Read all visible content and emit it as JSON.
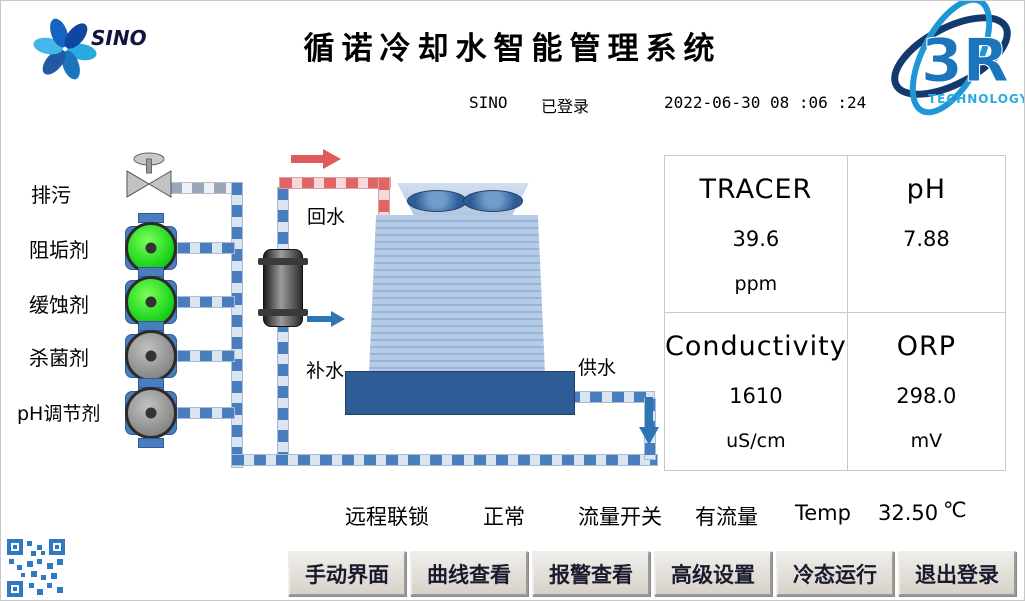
{
  "header": {
    "title": "循诺冷却水智能管理系统",
    "user": "SINO",
    "login_status": "已登录",
    "datetime": "2022-06-30 08 :06 :24"
  },
  "logos": {
    "sino_text": "SINO",
    "r3_text": "3R",
    "r3_sub": "TECHNOLOGY"
  },
  "diagram": {
    "blowdown": "排污",
    "scale_inhibitor": "阻垢剂",
    "corrosion_inhibitor": "缓蚀剂",
    "biocide": "杀菌剂",
    "ph_adjuster": "pH调节剂",
    "return_water": "回水",
    "makeup_water": "补水",
    "supply_water": "供水"
  },
  "readings": {
    "tracer": {
      "label": "TRACER",
      "value": "39.6",
      "unit": "ppm"
    },
    "ph": {
      "label": "pH",
      "value": "7.88",
      "unit": ""
    },
    "conductivity": {
      "label": "Conductivity",
      "value": "1610",
      "unit": "uS/cm"
    },
    "orp": {
      "label": "ORP",
      "value": "298.0",
      "unit": "mV"
    }
  },
  "status_bar": {
    "interlock_label": "远程联锁",
    "interlock_value": "正常",
    "flow_label": "流量开关",
    "flow_value": "有流量",
    "temp_label": "Temp",
    "temp_value": "32.50",
    "temp_unit": "℃"
  },
  "buttons": [
    {
      "label": "手动界面"
    },
    {
      "label": "曲线查看"
    },
    {
      "label": "报警查看"
    },
    {
      "label": "高级设置"
    },
    {
      "label": "冷态运行"
    },
    {
      "label": "退出登录"
    }
  ],
  "colors": {
    "pipe_blue": "#4a7dbd",
    "pipe_red": "#e06666",
    "pump_running": "#19d419",
    "pump_stopped": "#8d8d8d",
    "tower_basin": "#2e5c96",
    "brand_blue": "#1b75bc"
  }
}
